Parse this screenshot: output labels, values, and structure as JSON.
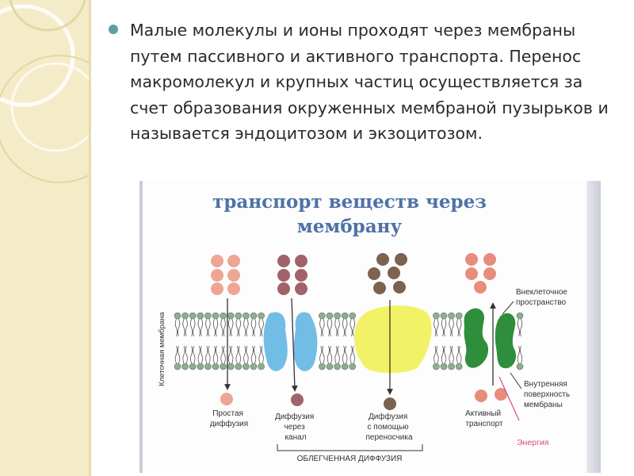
{
  "slide": {
    "paragraph": "Малые молекулы и ионы проходят через мембраны путем пассивного и активного транспорта. Перенос макромолекул и крупных частиц осуществляется за счет образования окруженных мембраной пузырьков и называется эндоцитозом и экзоцитозом."
  },
  "diagram": {
    "title_line1": "транспорт веществ через",
    "title_line2": "мембрану",
    "membrane_label": "Клеточная мембрана",
    "extracellular_label_1": "Внеклеточное",
    "extracellular_label_2": "пространство",
    "inner_surface_label_1": "Внутренняя",
    "inner_surface_label_2": "поверхность",
    "inner_surface_label_3": "мембраны",
    "energy_label": "Энергия",
    "facilitated_label": "ОБЛЕГЧЕННАЯ ДИФФУЗИЯ",
    "mechanisms": [
      {
        "line1": "Простая",
        "line2": "диффузия",
        "line3": ""
      },
      {
        "line1": "Диффузия",
        "line2": "через",
        "line3": "канал"
      },
      {
        "line1": "Диффузия",
        "line2": "с помощью",
        "line3": "переносчика"
      },
      {
        "line1": "Активный",
        "line2": "транспорт",
        "line3": ""
      }
    ],
    "colors": {
      "title": "#4f72a6",
      "molecule_simple": "#eda694",
      "molecule_channel": "#a1636a",
      "molecule_carrier": "#7c6250",
      "molecule_active": "#e88d7c",
      "channel_protein": "#72bde6",
      "carrier_protein": "#f2f266",
      "pump_protein": "#2e8e3c",
      "energy": "#d94a8a",
      "lipid_head": "#8fae8f"
    }
  }
}
